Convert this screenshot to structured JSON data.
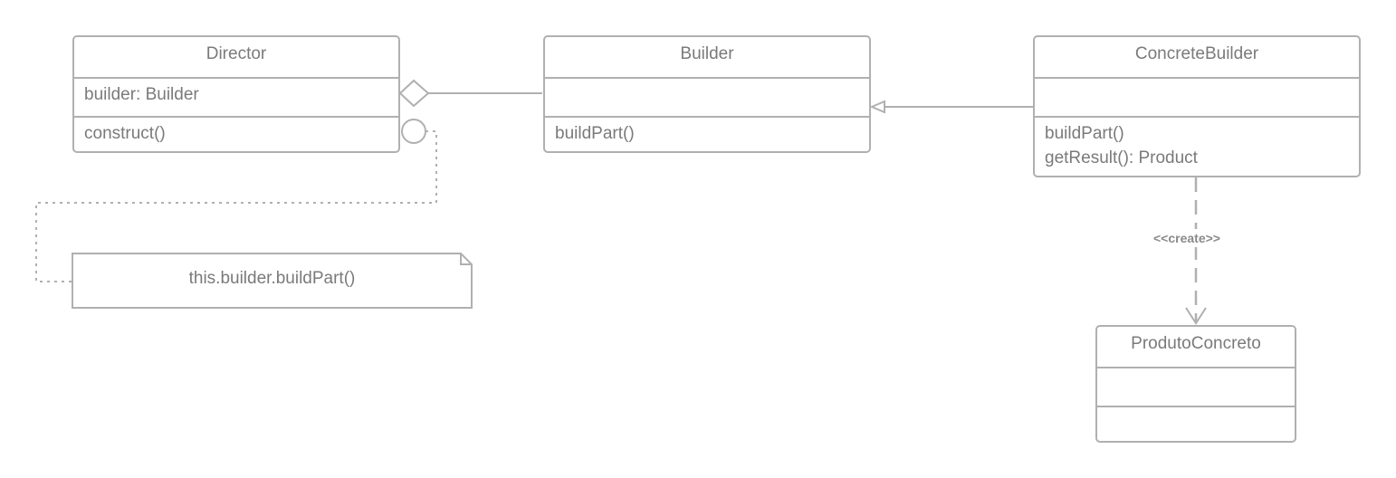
{
  "classes": {
    "director": {
      "name": "Director",
      "attributes": [
        "builder: Builder"
      ],
      "methods": [
        "construct()"
      ]
    },
    "builder": {
      "name": "Builder",
      "attributes": [],
      "methods": [
        "buildPart()"
      ]
    },
    "concrete_builder": {
      "name": "ConcreteBuilder",
      "attributes": [],
      "methods": [
        "buildPart()",
        "getResult(): Product"
      ]
    },
    "produto_concreto": {
      "name": "ProdutoConcreto",
      "attributes": [],
      "methods": []
    }
  },
  "note": {
    "text": "this.builder.buildPart()"
  },
  "relations": {
    "create_stereotype": "<<create>>"
  },
  "colors": {
    "line": "#b0b0b0",
    "text": "#7a7a7a"
  }
}
